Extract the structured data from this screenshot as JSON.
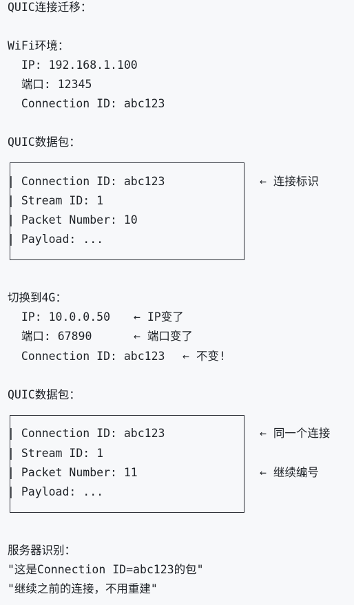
{
  "title": "QUIC连接迁移：",
  "wifi": {
    "heading": "WiFi环境：",
    "ip": "  IP: 192.168.1.100",
    "port": "  端口: 12345",
    "cid": "  Connection ID: abc123"
  },
  "packet1": {
    "heading": "QUIC数据包：",
    "cid": "| Connection ID: abc123",
    "stream": "| Stream ID: 1",
    "number": "| Packet Number: 10",
    "payload": "| Payload: ...",
    "note_cid": "← 连接标识"
  },
  "switch": {
    "heading": "切换到4G：",
    "ip": "  IP: 10.0.0.50",
    "ip_note": "← IP变了",
    "port": "  端口: 67890",
    "port_note": "← 端口变了",
    "cid": "  Connection ID: abc123",
    "cid_note": "← 不变!"
  },
  "packet2": {
    "heading": "QUIC数据包：",
    "cid": "| Connection ID: abc123",
    "stream": "| Stream ID: 1",
    "number": "| Packet Number: 11",
    "payload": "| Payload: ...",
    "note_cid": "← 同一个连接",
    "note_number": "← 继续编号"
  },
  "server": {
    "heading": "服务器识别：",
    "line1": "\"这是Connection ID=abc123的包\"",
    "line2": "\"继续之前的连接，不用重建\""
  }
}
